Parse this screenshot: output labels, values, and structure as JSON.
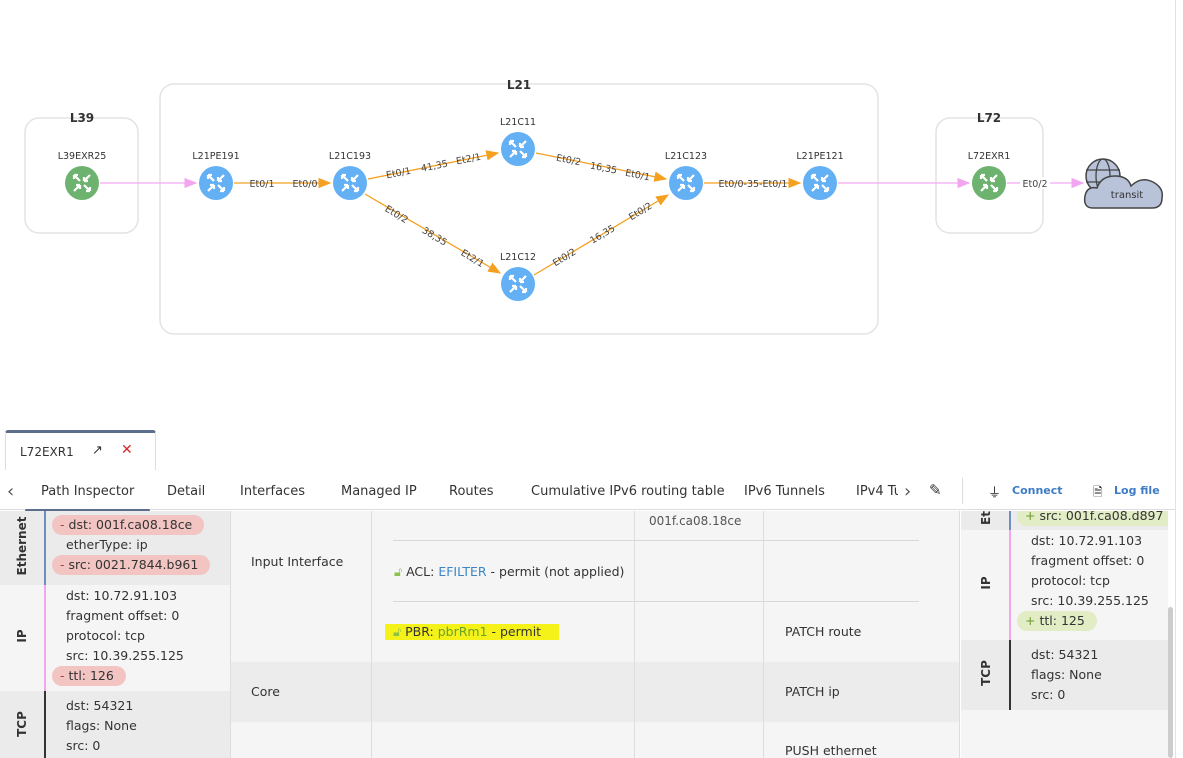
{
  "topology": {
    "groups": [
      {
        "label": "L39"
      },
      {
        "label": "L21"
      },
      {
        "label": "L72"
      }
    ],
    "nodes": {
      "L39EXR25": "L39EXR25",
      "L21PE191": "L21PE191",
      "L21C193": "L21C193",
      "L21C11": "L21C11",
      "L21C12": "L21C12",
      "L21C123": "L21C123",
      "L21PE121": "L21PE121",
      "L72EXR1": "L72EXR1",
      "transit": "transit"
    },
    "links": {
      "pe191_c193": [
        "Et0/1",
        "Et0/0"
      ],
      "c193_c11": [
        "Et0/1",
        "41,35",
        "Et2/1"
      ],
      "c193_c12": [
        "Et0/2",
        "38,35",
        "Et2/1"
      ],
      "c11_c123": [
        "Et0/2",
        "16,35",
        "Et0/1"
      ],
      "c12_c123": [
        "Et0/2",
        "16,35",
        "Et0/2"
      ],
      "c123_pe121": "Et0/0-35-Et0/1",
      "exr1_transit": "Et0/2"
    },
    "colors": {
      "router_core": "#64b0f4",
      "router_edge": "#6db36f",
      "path_mpls": "#f5a020",
      "path_ip": "#f3a6f0",
      "cloud": "#b8c2d8"
    }
  },
  "panel": {
    "tab": {
      "label": "L72EXR1",
      "popout_icon": "external-link-icon",
      "close_icon": "close-icon"
    },
    "tabs": [
      "Path Inspector",
      "Detail",
      "Interfaces",
      "Managed IP",
      "Routes",
      "Cumulative IPv6 routing table",
      "IPv6 Tunnels",
      "IPv4 Tu"
    ],
    "actions": {
      "connect": "Connect",
      "log_file": "Log file"
    },
    "left": {
      "ethernet": {
        "title": "Ethernet",
        "fields": [
          "dst: 001f.ca08.18ce",
          "etherType: ip",
          "src: 0021.7844.b961"
        ]
      },
      "ip": {
        "title": "IP",
        "fields": [
          "dst: 10.72.91.103",
          "fragment offset: 0",
          "protocol: tcp",
          "src: 10.39.255.125",
          "ttl: 126"
        ]
      },
      "tcp": {
        "title": "TCP",
        "fields": [
          "dst: 54321",
          "flags: None",
          "src: 0"
        ]
      }
    },
    "middle": {
      "clipped_value": "001f.ca08.18ce",
      "input_interface": "Input Interface",
      "acl": {
        "prefix": "ACL: ",
        "name": "EFILTER",
        "suffix": " - permit (not applied)"
      },
      "pbr": {
        "prefix": "PBR: ",
        "name": "pbrRm1",
        "suffix": " - permit"
      },
      "core": "Core",
      "ops": [
        "PATCH route",
        "PATCH ip",
        "PUSH ethernet"
      ]
    },
    "right": {
      "ethernet": {
        "title": "Et",
        "fields": [
          "src: 001f.ca08.d897"
        ]
      },
      "ip": {
        "title": "IP",
        "fields": [
          "dst: 10.72.91.103",
          "fragment offset: 0",
          "protocol: tcp",
          "src: 10.39.255.125",
          "ttl: 125"
        ]
      },
      "tcp": {
        "title": "TCP",
        "fields": [
          "dst: 54321",
          "flags: None",
          "src: 0"
        ]
      }
    }
  }
}
